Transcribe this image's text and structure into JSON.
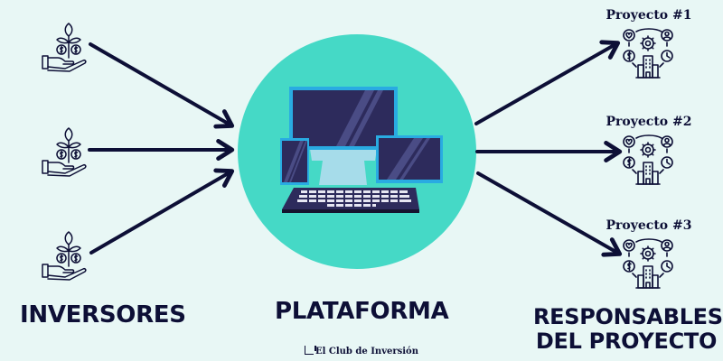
{
  "diagram": {
    "left_column": {
      "title": "INVERSORES",
      "nodes": [
        {
          "icon": "hand-plant-money-icon",
          "role": "inversor"
        },
        {
          "icon": "hand-plant-money-icon",
          "role": "inversor"
        },
        {
          "icon": "hand-plant-money-icon",
          "role": "inversor"
        }
      ]
    },
    "center": {
      "title": "PLATAFORMA",
      "icon": "devices-computer-icon",
      "circle_color": "#45d9c6"
    },
    "right_column": {
      "title_line1": "RESPONSABLES",
      "title_line2": "DEL PROYECTO",
      "projects": [
        {
          "label": "Proyecto #1",
          "icon": "project-management-icon"
        },
        {
          "label": "Proyecto #2",
          "icon": "project-management-icon"
        },
        {
          "label": "Proyecto #3",
          "icon": "project-management-icon"
        }
      ]
    },
    "edges": [
      {
        "from": "inversor-1",
        "to": "plataforma"
      },
      {
        "from": "inversor-2",
        "to": "plataforma"
      },
      {
        "from": "inversor-3",
        "to": "plataforma"
      },
      {
        "from": "plataforma",
        "to": "proyecto-1"
      },
      {
        "from": "plataforma",
        "to": "proyecto-2"
      },
      {
        "from": "plataforma",
        "to": "proyecto-3"
      }
    ]
  },
  "footer": {
    "brand": "El Club de Inversión"
  },
  "colors": {
    "background": "#e8f7f5",
    "ink": "#0d0f36",
    "accent": "#45d9c6",
    "screen": "#2d2b5c",
    "frame": "#29abe2"
  }
}
